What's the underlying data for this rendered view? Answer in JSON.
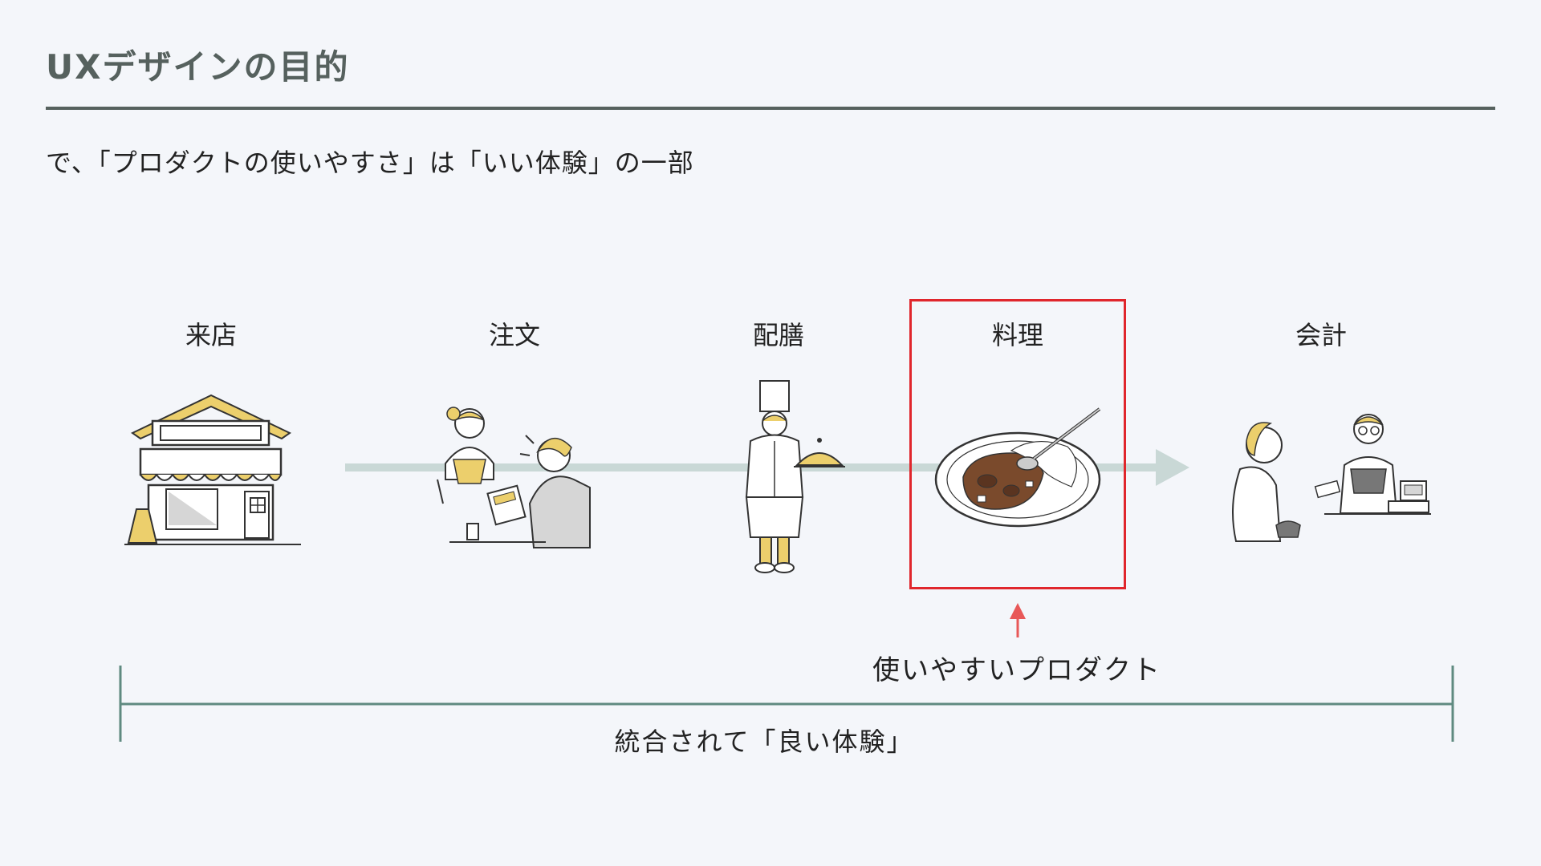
{
  "title": "UXデザインの目的",
  "subtitle": "で、「プロダクトの使いやすさ」は「いい体験」の一部",
  "steps": [
    {
      "label": "来店",
      "icon": "store-icon"
    },
    {
      "label": "注文",
      "icon": "ordering-icon"
    },
    {
      "label": "配膳",
      "icon": "chef-serving-icon"
    },
    {
      "label": "料理",
      "icon": "curry-plate-icon"
    },
    {
      "label": "会計",
      "icon": "checkout-icon"
    }
  ],
  "highlighted_step": "料理",
  "product_caption": "使いやすいプロダクト",
  "experience_caption": "統合されて「良い体験」",
  "colors": {
    "title": "#56615e",
    "flow_arrow": "#c9d8d6",
    "highlight": "#e0262c",
    "pointer_arrow": "#e85858",
    "bracket": "#5f8a80",
    "accent_yellow": "#eccf6c",
    "curry_brown": "#7a4a2c"
  }
}
